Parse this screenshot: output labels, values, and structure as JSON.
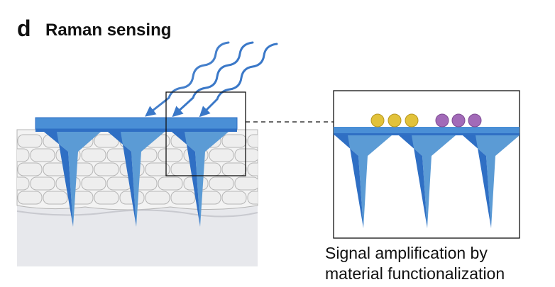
{
  "panel": {
    "letter": "d",
    "title": "Raman sensing"
  },
  "caption": {
    "line1": "Signal amplification by",
    "line2": "material functionalization"
  },
  "colors": {
    "needle_light": "#5b9bd5",
    "needle_dark": "#2f6fc4",
    "patch": "#4a8fd6",
    "skin_cell": "#eeeeee",
    "skin_line": "#b5b5b5",
    "tissue": "#e7e8ec",
    "particle_yellow": "#e2c23a",
    "particle_purple": "#a26ab8",
    "arrow": "#3a78c8"
  },
  "icons": {
    "light_waves": "wavy-arrow",
    "particles": "circle"
  },
  "particles": {
    "yellow_count": 3,
    "purple_count": 3
  }
}
